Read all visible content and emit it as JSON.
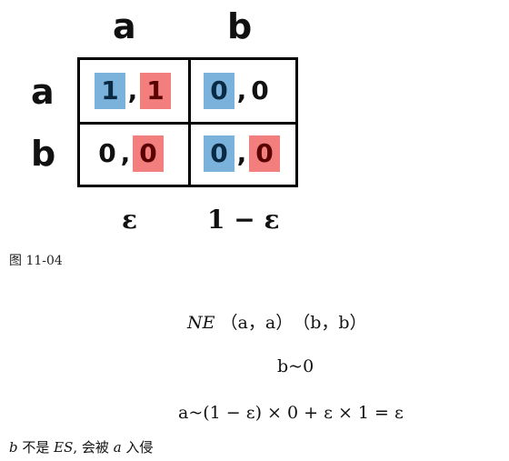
{
  "payoff_matrix": {
    "column_headers": [
      "a",
      "b"
    ],
    "row_headers": [
      "a",
      "b"
    ],
    "cells": [
      {
        "p1": "1",
        "sep": ",",
        "p2": "1"
      },
      {
        "p1": "0",
        "sep": ",",
        "p2": "0"
      },
      {
        "p1": "0",
        "sep": ",",
        "p2": "0"
      },
      {
        "p1": "0",
        "sep": ",",
        "p2": "0"
      }
    ],
    "column_probabilities": [
      "ε",
      "1 − ε"
    ]
  },
  "caption": "图 11-04",
  "equations": {
    "ne_label": "NE",
    "ne_pairs": "（a，a）　（b，b）",
    "b_payoff": "b~0",
    "a_payoff": "a~(1 − ε) × 0 + ε × 1 = ε"
  },
  "note": {
    "var_b": "b",
    "text1": " 不是 ",
    "es": "ES",
    "text2": ", 会被 ",
    "var_a": "a",
    "text3": " 入侵"
  },
  "colors": {
    "player1_highlight": "#7ab2dc",
    "player2_highlight": "#f27e7e"
  }
}
